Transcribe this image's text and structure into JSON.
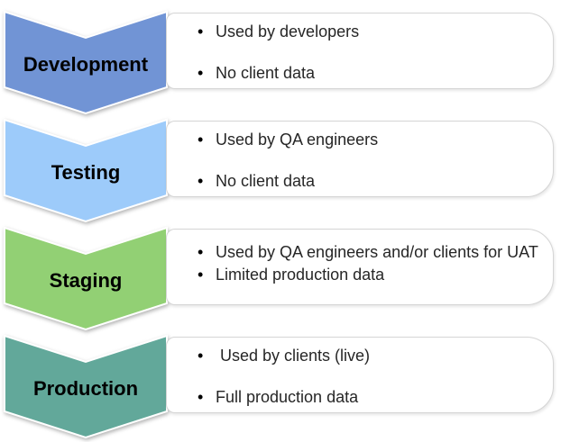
{
  "diagram": {
    "type": "vertical-chevron-list",
    "background_color": "#ffffff",
    "box_border_color": "#d5d5d5",
    "bullet_text_color": "#262626",
    "label_text_color": "#000000",
    "stages": [
      {
        "label": "Development",
        "color": "#7194d5",
        "bullets": [
          "Used by developers",
          "No client data"
        ]
      },
      {
        "label": "Testing",
        "color": "#9dcbfa",
        "bullets": [
          "Used by QA engineers",
          "No client data"
        ]
      },
      {
        "label": "Staging",
        "color": "#92d074",
        "bullets": [
          "Used by QA engineers and/or clients for UAT",
          "Limited production data"
        ]
      },
      {
        "label": "Production",
        "color": "#62a89a",
        "bullets": [
          " Used by clients (live)",
          "Full production data"
        ]
      }
    ]
  }
}
